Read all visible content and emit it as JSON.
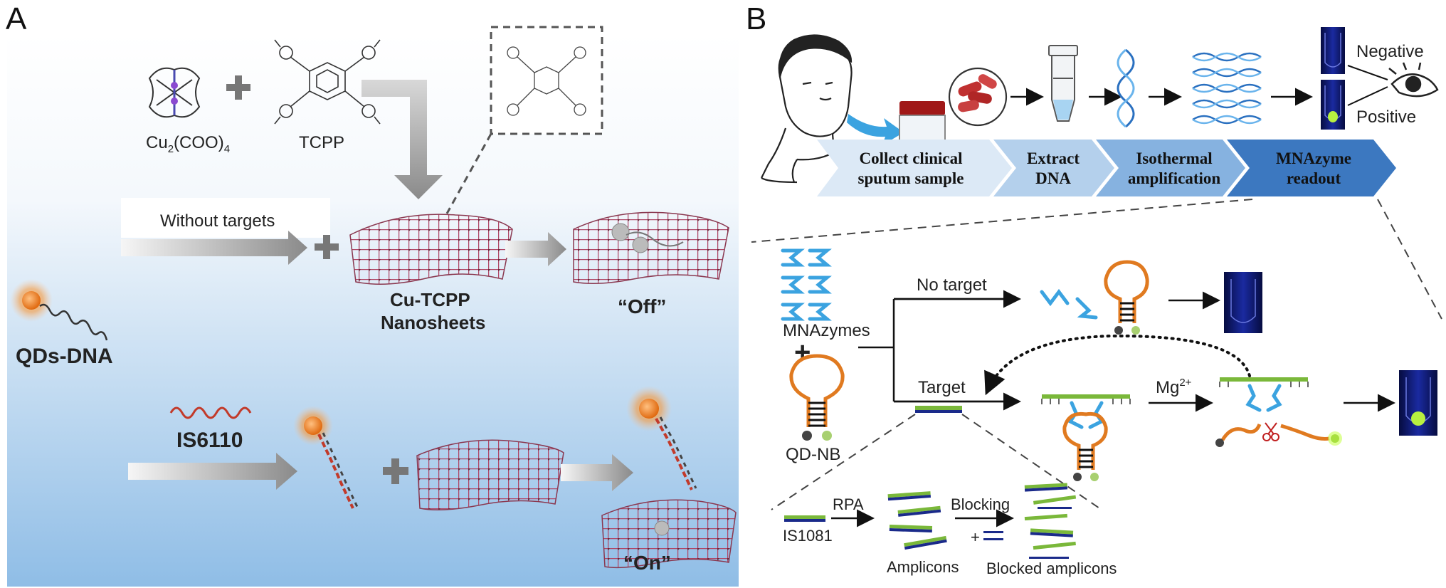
{
  "panel_a": {
    "letter": "A",
    "cu_label": "Cu",
    "cu_sub": "2",
    "cu_rest": "(COO)",
    "cu_sub2": "4",
    "tcpp_label": "TCPP",
    "without_targets": "Without targets",
    "nanosheets_line1": "Cu-TCPP",
    "nanosheets_line2": "Nanosheets",
    "off_label": "“Off”",
    "qds_label": "QDs-DNA",
    "target_label": "IS6110",
    "on_label": "“On”"
  },
  "panel_b": {
    "letter": "B",
    "negative": "Negative",
    "positive": "Positive",
    "steps": [
      {
        "line1": "Collect clinical",
        "line2": "sputum sample"
      },
      {
        "line1": "Extract",
        "line2": "DNA"
      },
      {
        "line1": "Isothermal",
        "line2": "amplification"
      },
      {
        "line1": "MNAzyme",
        "line2": "readout"
      }
    ],
    "mnazymes": "MNAzymes",
    "plus": "+",
    "qdnb": "QD-NB",
    "no_target": "No target",
    "target": "Target",
    "mg": "Mg",
    "mg_sup": "2+",
    "rpa": "RPA",
    "blocking": "Blocking",
    "is1081": "IS1081",
    "amplicons": "Amplicons",
    "blocked_amplicons": "Blocked amplicons",
    "blocking_plus": "+"
  },
  "colors": {
    "bg_gradient_top": "#ffffff",
    "bg_gradient_bottom": "#9cc4e8",
    "nanosheet": "#b04868",
    "dna_red": "#c23a2a",
    "qd_orange": "#f08a24",
    "mnazyme_blue": "#3ba3e0",
    "amplicon_green": "#7ab83a",
    "step_light": "#d6e6f6",
    "step_dark": "#3c78c0",
    "tube": "#101a6a",
    "fluor_green": "#b8f040"
  }
}
